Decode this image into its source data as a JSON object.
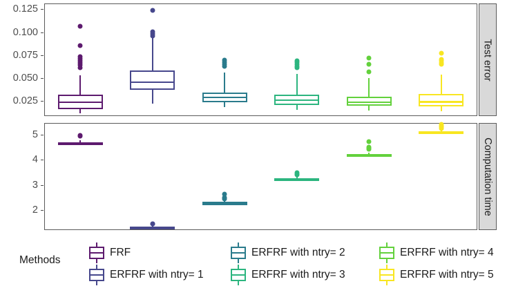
{
  "chart_data": {
    "type": "box",
    "title": "",
    "facets": [
      {
        "strip_label": "Test error",
        "ylabel": "",
        "yticks": [
          0.125,
          0.1,
          0.075,
          0.05,
          0.025
        ],
        "ytick_labels": [
          "0.125",
          "0.100",
          "0.075",
          "0.050",
          "0.025"
        ],
        "ylim": [
          0.0095,
          0.1305
        ],
        "grid": false,
        "boxes": [
          {
            "group": "FRF",
            "color": "#5D1A6E",
            "whisker_low": 0.0118,
            "q1": 0.0166,
            "median": 0.0238,
            "q3": 0.0318,
            "whisker_high": 0.053,
            "outliers": [
              0.1063,
              0.0851,
              0.0733,
              0.0713,
              0.0688,
              0.0665,
              0.0646,
              0.061
            ]
          },
          {
            "group": "ERFRF with ntry= 1",
            "color": "#46478C",
            "whisker_low": 0.022,
            "q1": 0.037,
            "median": 0.0455,
            "q3": 0.058,
            "whisker_high": 0.0935,
            "outliers": [
              0.1235,
              0.1008,
              0.098,
              0.0962
            ]
          },
          {
            "group": "ERFRF with ntry= 2",
            "color": "#2A7B8C",
            "whisker_low": 0.0188,
            "q1": 0.024,
            "median": 0.029,
            "q3": 0.034,
            "whisker_high": 0.056,
            "outliers": [
              0.07,
              0.0672,
              0.065,
              0.0632
            ]
          },
          {
            "group": "ERFRF with ntry= 3",
            "color": "#2CB57F",
            "whisker_low": 0.0155,
            "q1": 0.0205,
            "median": 0.026,
            "q3": 0.032,
            "whisker_high": 0.0545,
            "outliers": [
              0.069,
              0.067,
              0.065,
              0.063,
              0.0612
            ]
          },
          {
            "group": "ERFRF with ntry= 4",
            "color": "#63D13C",
            "whisker_low": 0.0148,
            "q1": 0.0198,
            "median": 0.024,
            "q3": 0.03,
            "whisker_high": 0.05,
            "outliers": [
              0.0722,
              0.065,
              0.0565
            ]
          },
          {
            "group": "ERFRF with ntry= 5",
            "color": "#F8E621",
            "whisker_low": 0.0143,
            "q1": 0.0195,
            "median": 0.0243,
            "q3": 0.0325,
            "whisker_high": 0.054,
            "outliers": [
              0.0768,
              0.0705,
              0.0685,
              0.0668,
              0.065
            ]
          }
        ]
      },
      {
        "strip_label": "Computation time",
        "ylabel": "",
        "yticks": [
          5,
          4,
          3,
          2
        ],
        "ytick_labels": [
          "5",
          "4",
          "3",
          "2"
        ],
        "ylim": [
          1.22,
          5.45
        ],
        "grid": false,
        "boxes": [
          {
            "group": "FRF",
            "color": "#5D1A6E",
            "whisker_low": 4.62,
            "q1": 4.65,
            "median": 4.67,
            "q3": 4.69,
            "whisker_high": 4.78,
            "outliers": [
              4.97,
              4.95
            ]
          },
          {
            "group": "ERFRF with ntry= 1",
            "color": "#46478C",
            "whisker_low": 1.28,
            "q1": 1.3,
            "median": 1.31,
            "q3": 1.33,
            "whisker_high": 1.37,
            "outliers": [
              1.45,
              1.43
            ]
          },
          {
            "group": "ERFRF with ntry= 2",
            "color": "#2A7B8C",
            "whisker_low": 2.24,
            "q1": 2.26,
            "median": 2.28,
            "q3": 2.3,
            "whisker_high": 2.36,
            "outliers": [
              2.62,
              2.5,
              2.46,
              2.43
            ]
          },
          {
            "group": "ERFRF with ntry= 3",
            "color": "#2CB57F",
            "whisker_low": 3.18,
            "q1": 3.21,
            "median": 3.23,
            "q3": 3.26,
            "whisker_high": 3.32,
            "outliers": [
              3.48,
              3.44,
              3.41
            ]
          },
          {
            "group": "ERFRF with ntry= 4",
            "color": "#63D13C",
            "whisker_low": 4.14,
            "q1": 4.17,
            "median": 4.2,
            "q3": 4.23,
            "whisker_high": 4.3,
            "outliers": [
              4.72,
              4.52,
              4.48,
              4.45,
              4.42
            ]
          },
          {
            "group": "ERFRF with ntry= 5",
            "color": "#F8E621",
            "whisker_low": 5.05,
            "q1": 5.08,
            "median": 5.11,
            "q3": 5.14,
            "whisker_high": 5.2,
            "outliers": [
              5.42,
              5.38,
              5.34,
              5.3,
              5.27
            ]
          }
        ]
      }
    ],
    "legend": {
      "title": "Methods",
      "position": "bottom",
      "entries": [
        {
          "label": "FRF",
          "color": "#5D1A6E"
        },
        {
          "label": "ERFRF with ntry= 1",
          "color": "#46478C"
        },
        {
          "label": "ERFRF with ntry= 2",
          "color": "#2A7B8C"
        },
        {
          "label": "ERFRF with ntry= 3",
          "color": "#2CB57F"
        },
        {
          "label": "ERFRF with ntry= 4",
          "color": "#63D13C"
        },
        {
          "label": "ERFRF with ntry= 5",
          "color": "#F8E621"
        }
      ]
    },
    "colors": {
      "panel_border": "#5a5a5a",
      "strip_background": "#d9d9d9",
      "axis_text": "#4d4d4d",
      "background": "#ffffff"
    }
  }
}
